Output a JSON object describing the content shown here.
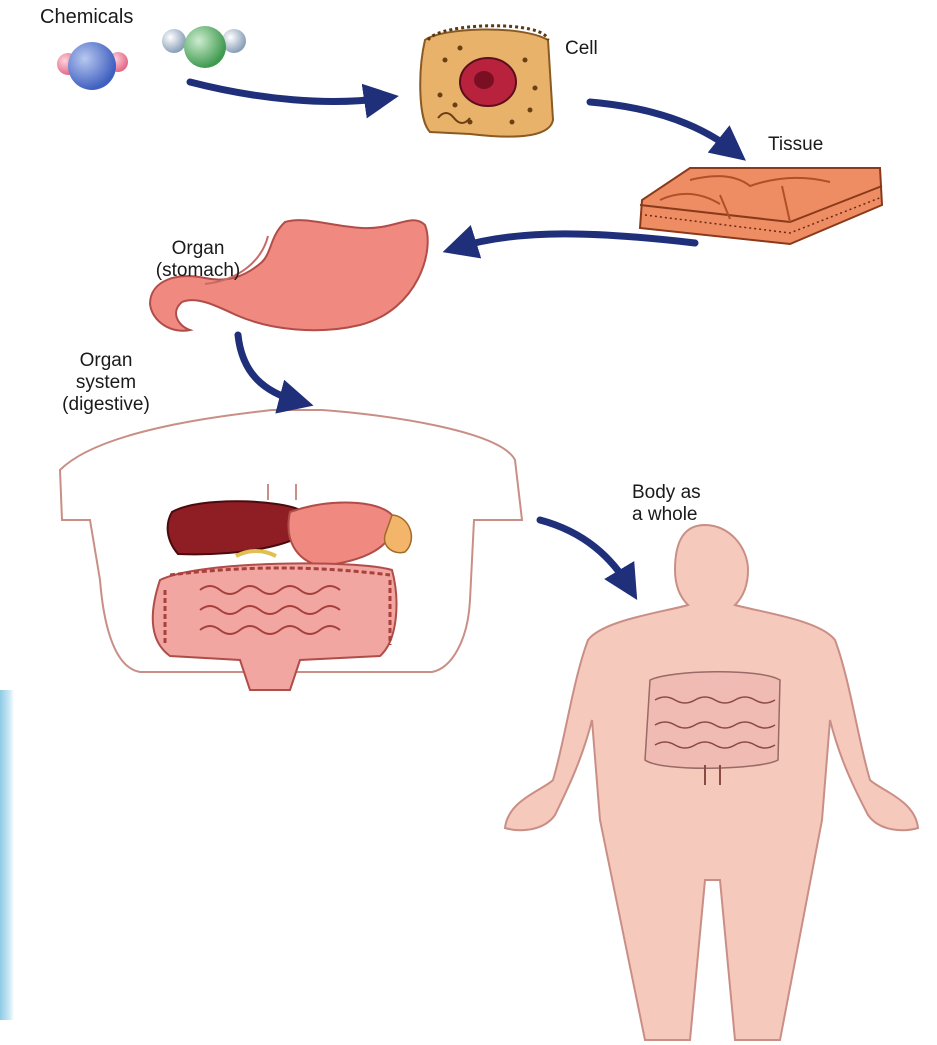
{
  "labels": {
    "chemicals": "Chemicals",
    "cell": "Cell",
    "tissue": "Tissue",
    "organ_line1": "Organ",
    "organ_line2": "(stomach)",
    "system_line1": "Organ",
    "system_line2": "system",
    "system_line3": "(digestive)",
    "body_line1": "Body as",
    "body_line2": "a whole"
  },
  "icons": {
    "chemicals": "molecules-icon",
    "cell": "cell-icon",
    "tissue": "tissue-icon",
    "organ": "stomach-icon",
    "system": "digestive-system-icon",
    "body": "human-body-icon",
    "arrow": "arrow-icon"
  },
  "colors": {
    "arrow": "#1f2f7a",
    "skin": "#f6c9bd",
    "skin_outline": "#c98f86",
    "stomach": "#f08a80",
    "liver": "#8e1e24",
    "intestine": "#e98985",
    "tissue": "#ee8d63",
    "cell": "#e9b26a",
    "nucleus": "#b8223c"
  }
}
